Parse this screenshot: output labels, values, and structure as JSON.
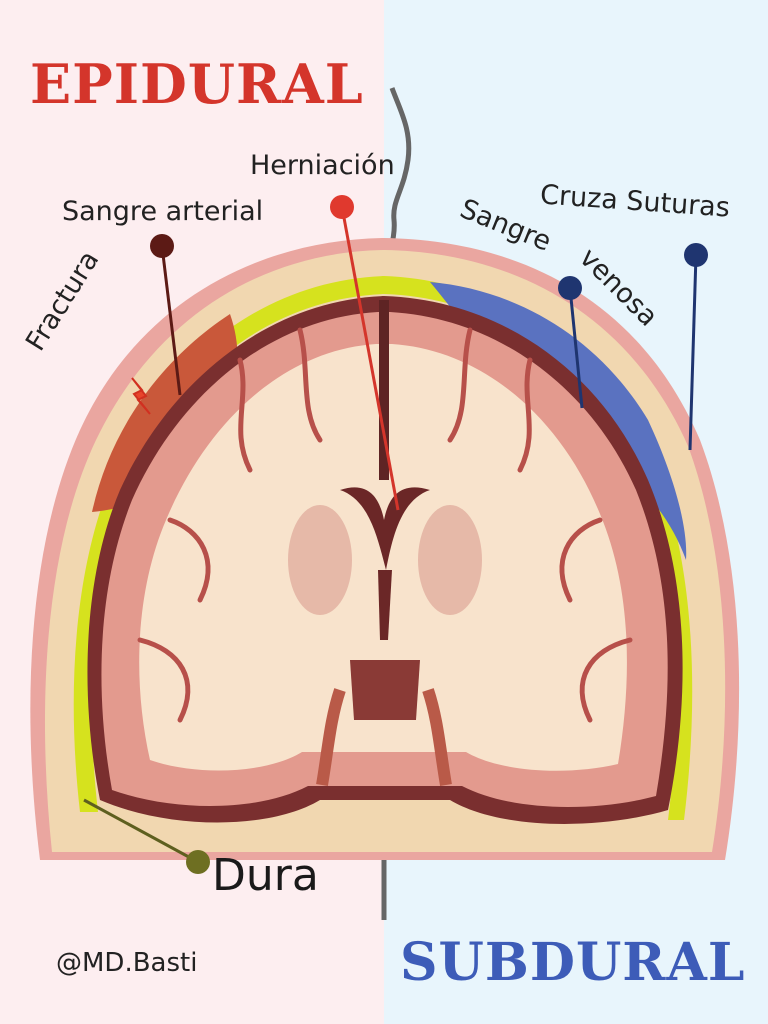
{
  "titles": {
    "left": "EPIDURAL",
    "right": "SUBDURAL"
  },
  "labels": {
    "herniation": "Herniación",
    "arterial_blood": "Sangre arterial",
    "fracture": "Fractura",
    "crosses_sutures": "Cruza Suturas",
    "venous_blood_1": "Sangre",
    "venous_blood_2": "venosa",
    "dura": "Dura"
  },
  "credit": "@MD.Basti",
  "colors": {
    "epidural_accent": "#d4352b",
    "subdural_accent": "#3d5cb8",
    "dura_layer": "#d6e21e",
    "epidural_blood": "#c9583a",
    "subdural_blood": "#5a72c0",
    "skull": "#f1d7b0",
    "brain_gyri": "#e39a8e",
    "white_matter": "#f8e3cc"
  }
}
